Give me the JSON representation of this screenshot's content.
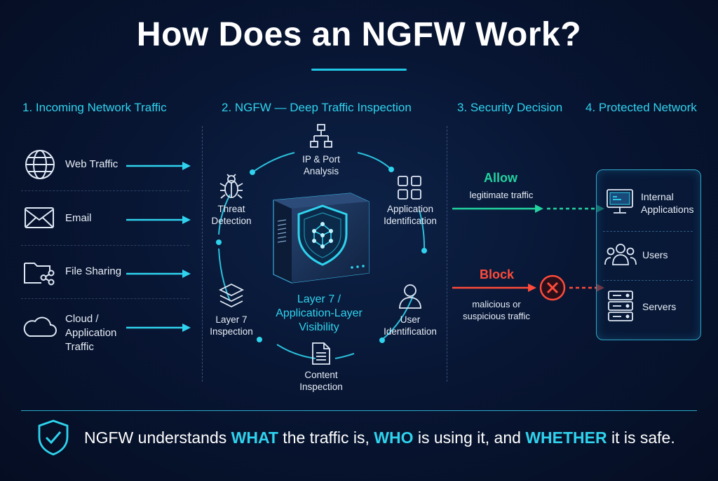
{
  "title": "How Does an NGFW Work?",
  "steps": {
    "s1": "1. Incoming Network Traffic",
    "s2": "2. NGFW — Deep Traffic Inspection",
    "s3": "3. Security Decision",
    "s4": "4. Protected Network"
  },
  "incoming": {
    "web": "Web Traffic",
    "email": "Email",
    "file": "File Sharing",
    "cloud_l1": "Cloud /",
    "cloud_l2": "Application",
    "cloud_l3": "Traffic"
  },
  "inspection": {
    "ip_l1": "IP & Port",
    "ip_l2": "Analysis",
    "app_l1": "Application",
    "app_l2": "Identification",
    "user_l1": "User",
    "user_l2": "Identification",
    "content_l1": "Content",
    "content_l2": "Inspection",
    "layer7_l1": "Layer 7",
    "layer7_l2": "Inspection",
    "threat_l1": "Threat",
    "threat_l2": "Detection",
    "center_l1": "Layer 7 /",
    "center_l2": "Application-Layer",
    "center_l3": "Visibility"
  },
  "decision": {
    "allow": "Allow",
    "allow_desc": "legitimate traffic",
    "block": "Block",
    "block_desc_l1": "malicious or",
    "block_desc_l2": "suspicious traffic"
  },
  "protected": {
    "internal_l1": "Internal",
    "internal_l2": "Applications",
    "users": "Users",
    "servers": "Servers"
  },
  "footer": {
    "p1": "NGFW understands ",
    "what": "WHAT",
    "p2": " the traffic is, ",
    "who": "WHO",
    "p3": " is using it, and ",
    "whether": "WHETHER",
    "p4": " it is safe."
  },
  "colors": {
    "accent": "#2fd3ee",
    "allow": "#22d3a0",
    "block": "#ff4b3a",
    "background": "#07122a"
  },
  "icons": {
    "incoming": [
      "globe-icon",
      "envelope-icon",
      "folder-share-icon",
      "cloud-icon"
    ],
    "inspection": [
      "network-tree-icon",
      "app-grid-icon",
      "user-icon",
      "document-icon",
      "layers-icon",
      "bug-icon",
      "shield-network-icon"
    ],
    "protected": [
      "monitor-icon",
      "users-icon",
      "server-icon"
    ],
    "footer": "shield-check-icon"
  }
}
